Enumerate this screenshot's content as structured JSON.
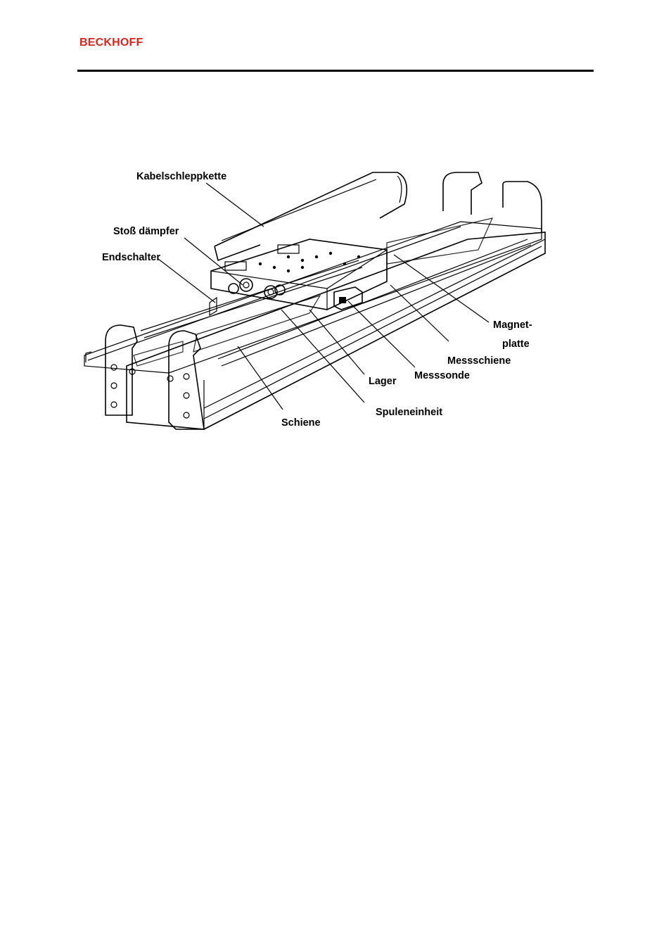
{
  "header": {
    "logo_text": "BECKHOFF",
    "logo_color": "#d0281e",
    "rule_color": "#000000"
  },
  "figure": {
    "labels": {
      "kabelschleppkette": "Kabelschleppkette",
      "stossdaempfer": "Stoß dämpfer",
      "endschalter": "Endschalter",
      "magnet_line1": "Magnet-",
      "magnet_line2": "platte",
      "messschiene": "Messschiene",
      "messsonde": "Messsonde",
      "lager": "Lager",
      "spuleneinheit": "Spuleneinheit",
      "schiene": "Schiene"
    }
  }
}
